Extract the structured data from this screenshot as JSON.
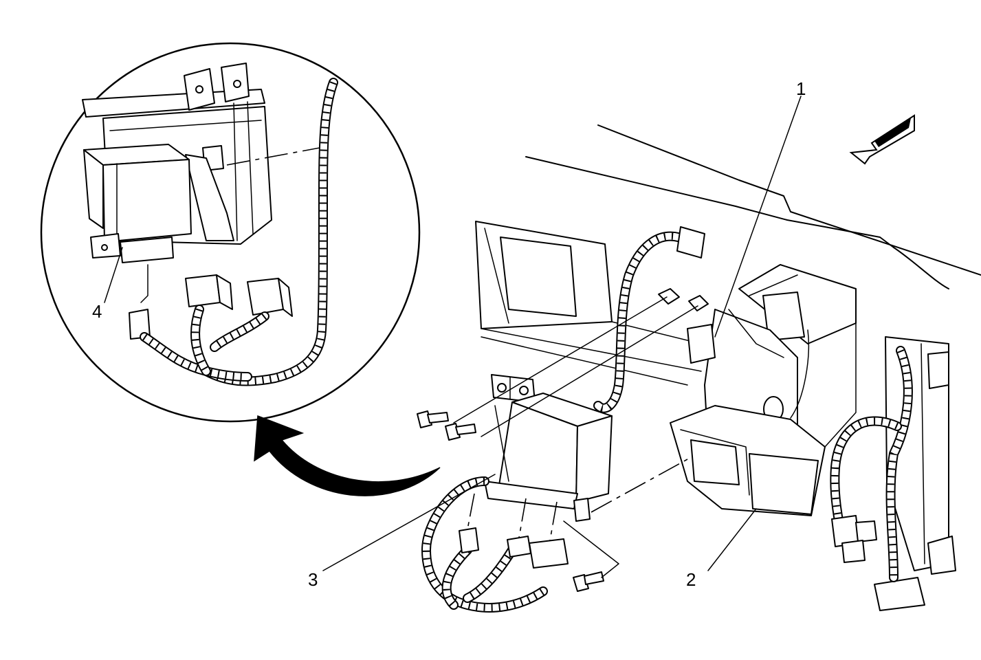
{
  "callouts": [
    {
      "id": "1",
      "label": "1"
    },
    {
      "id": "2",
      "label": "2"
    },
    {
      "id": "3",
      "label": "3"
    },
    {
      "id": "4",
      "label": "4"
    }
  ],
  "icons": {
    "view_direction": "view-direction-arrow-icon",
    "detail_pointer": "curved-arrow-icon"
  },
  "colors": {
    "line": "#000000",
    "background": "#ffffff"
  }
}
